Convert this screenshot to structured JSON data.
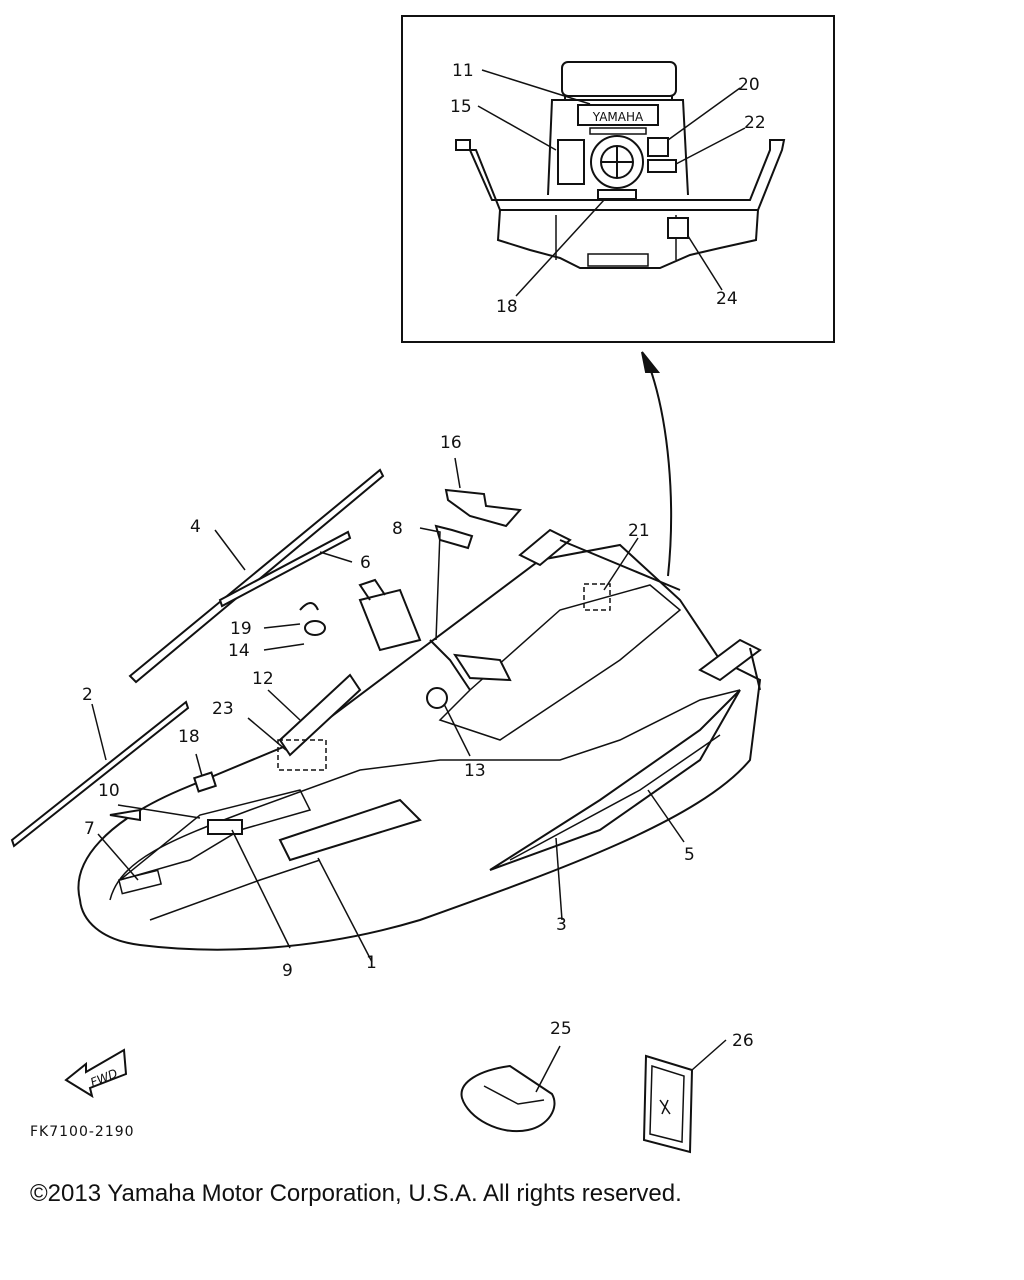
{
  "inset": {
    "brand_label": "YAMAHA"
  },
  "callouts": [
    {
      "id": "c1",
      "text": "1"
    },
    {
      "id": "c2",
      "text": "2"
    },
    {
      "id": "c3",
      "text": "3"
    },
    {
      "id": "c4",
      "text": "4"
    },
    {
      "id": "c5",
      "text": "5"
    },
    {
      "id": "c6",
      "text": "6"
    },
    {
      "id": "c7",
      "text": "7"
    },
    {
      "id": "c8",
      "text": "8"
    },
    {
      "id": "c9",
      "text": "9"
    },
    {
      "id": "c10",
      "text": "10"
    },
    {
      "id": "c11",
      "text": "11"
    },
    {
      "id": "c12",
      "text": "12"
    },
    {
      "id": "c13",
      "text": "13"
    },
    {
      "id": "c14",
      "text": "14"
    },
    {
      "id": "c15",
      "text": "15"
    },
    {
      "id": "c16",
      "text": "16"
    },
    {
      "id": "c18a",
      "text": "18"
    },
    {
      "id": "c18b",
      "text": "18"
    },
    {
      "id": "c19",
      "text": "19"
    },
    {
      "id": "c20",
      "text": "20"
    },
    {
      "id": "c21",
      "text": "21"
    },
    {
      "id": "c22",
      "text": "22"
    },
    {
      "id": "c23",
      "text": "23"
    },
    {
      "id": "c24",
      "text": "24"
    },
    {
      "id": "c25",
      "text": "25"
    },
    {
      "id": "c26",
      "text": "26"
    }
  ],
  "fwd_label": "FWD",
  "part_code": "FK7100-2190",
  "copyright": "©2013 Yamaha Motor Corporation, U.S.A. All rights reserved."
}
